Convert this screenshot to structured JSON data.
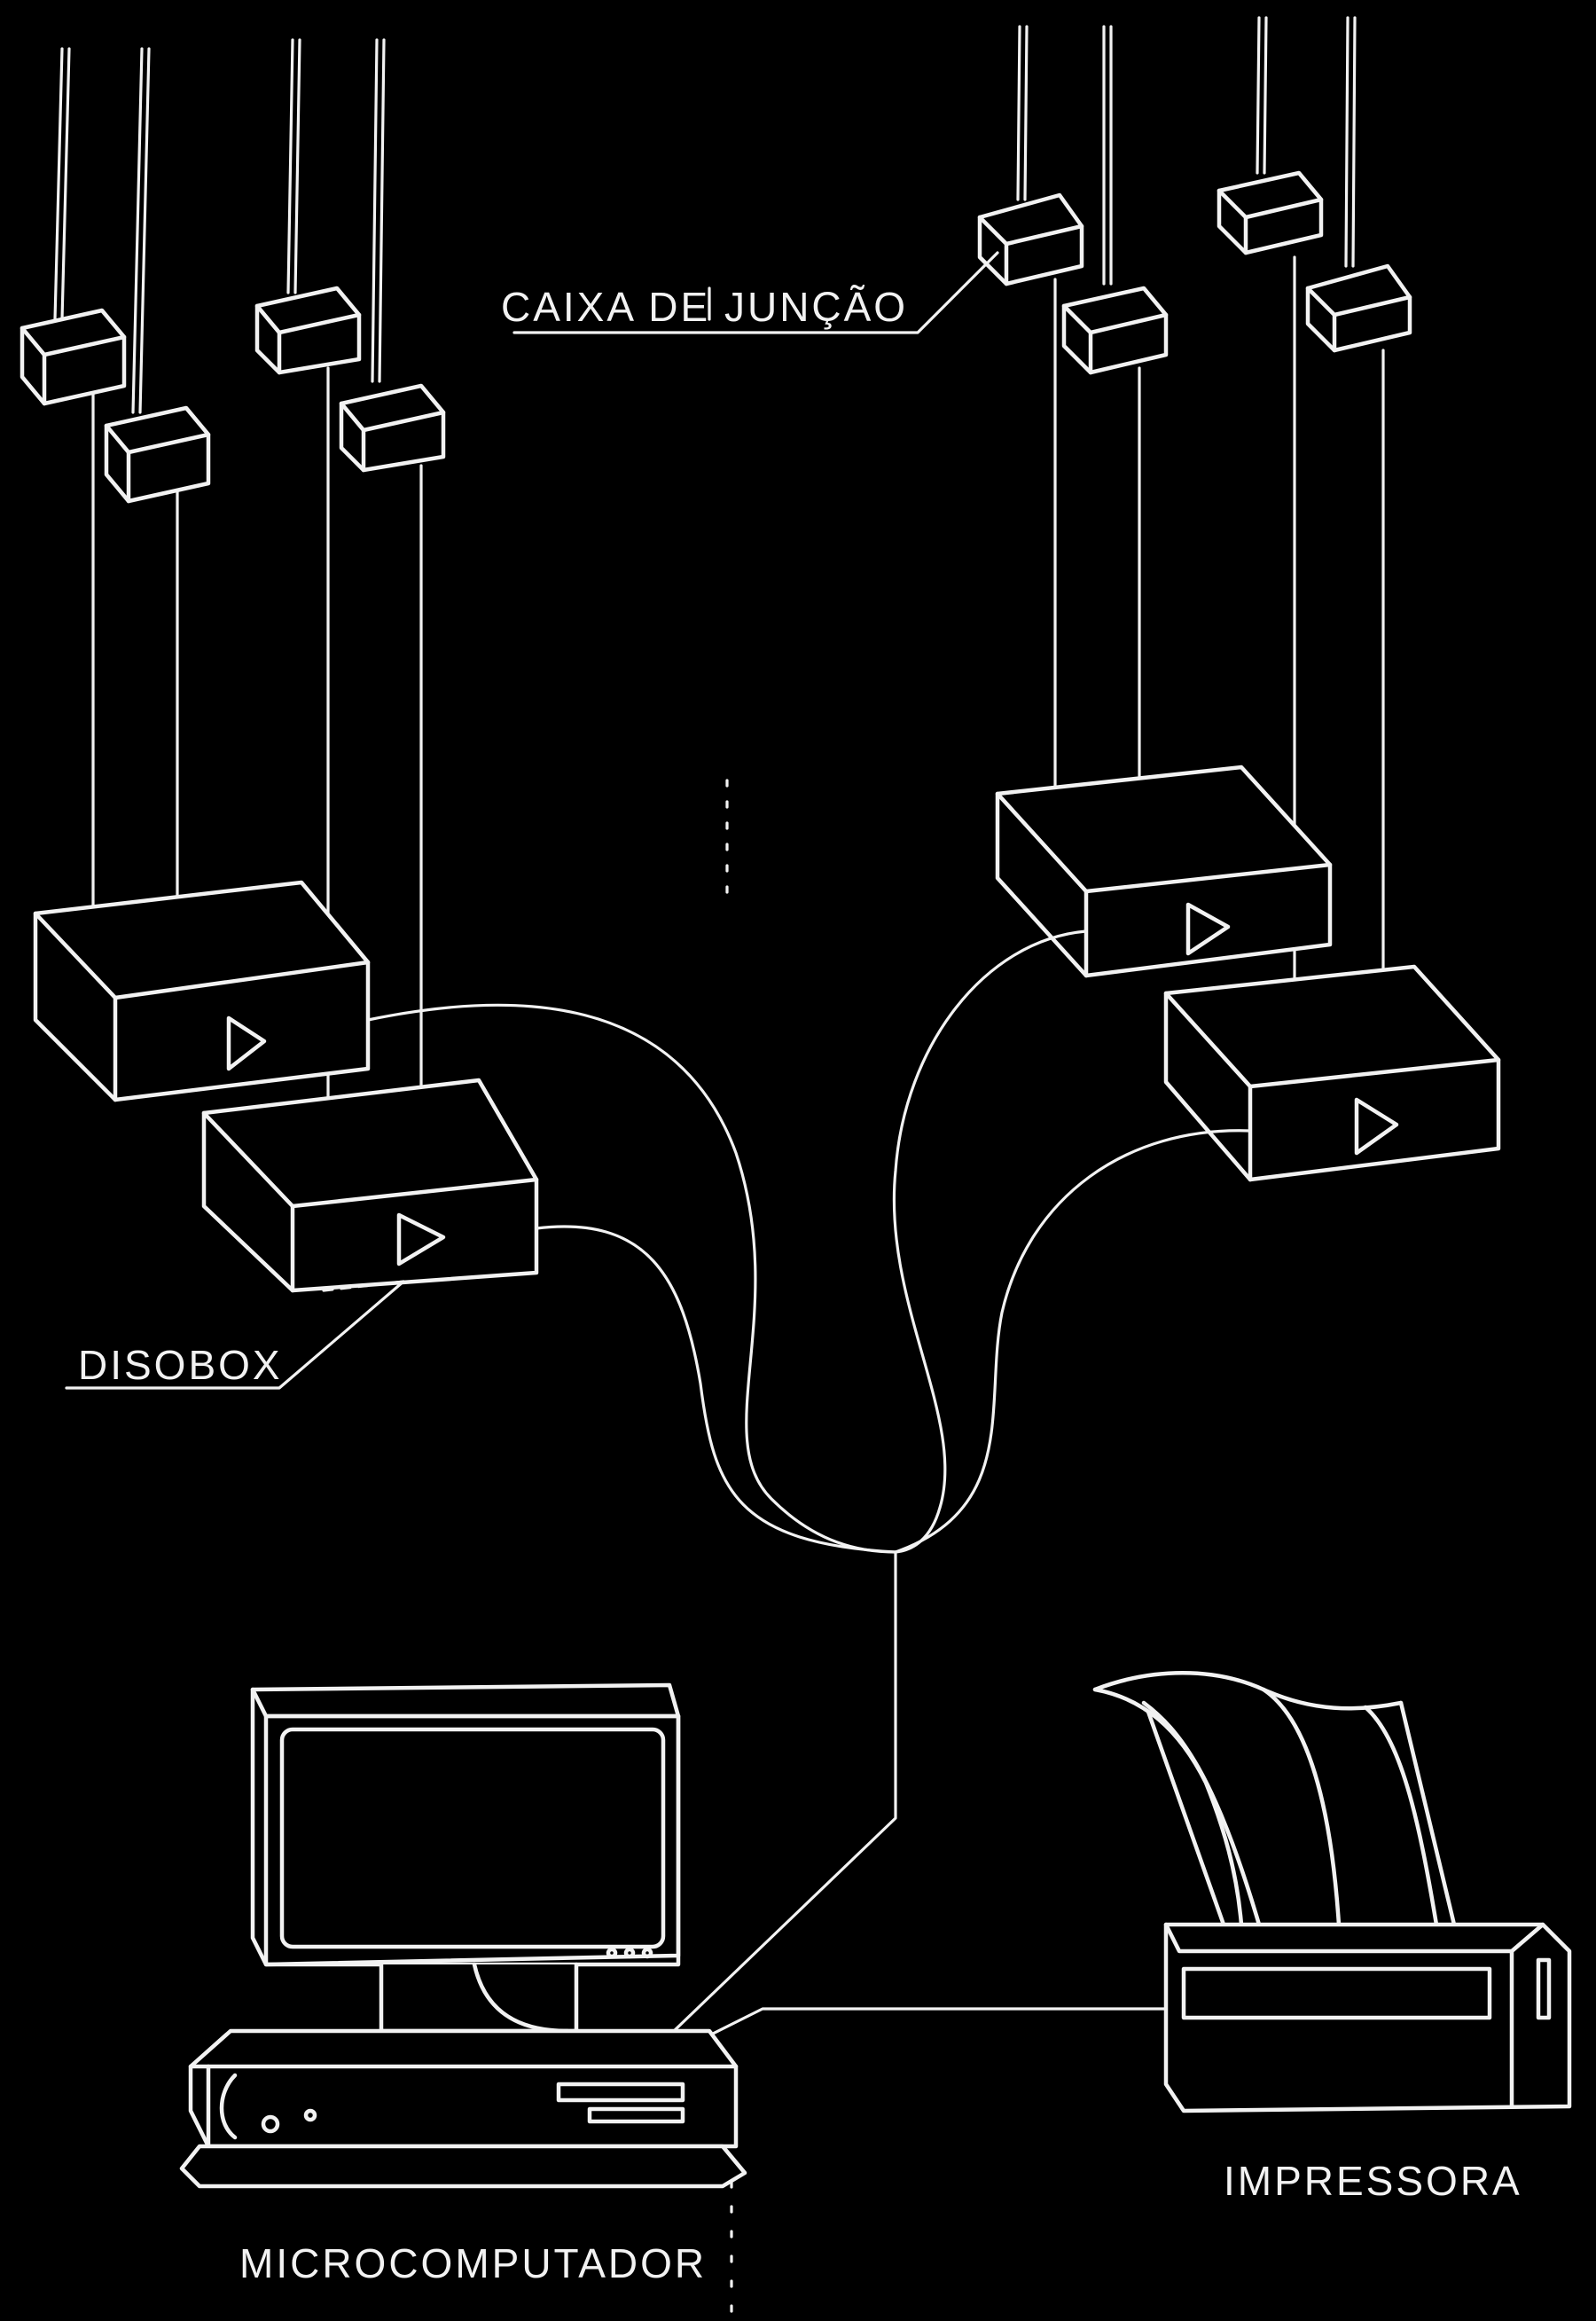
{
  "labels": {
    "junction_box": "CAIXA DE JUNÇÃO",
    "disobox": "DISOBOX",
    "microcomputer": "MICROCOMPUTADOR",
    "printer": "IMPRESSORA"
  },
  "colors": {
    "background": "#000000",
    "line": "#f2f2f2"
  }
}
